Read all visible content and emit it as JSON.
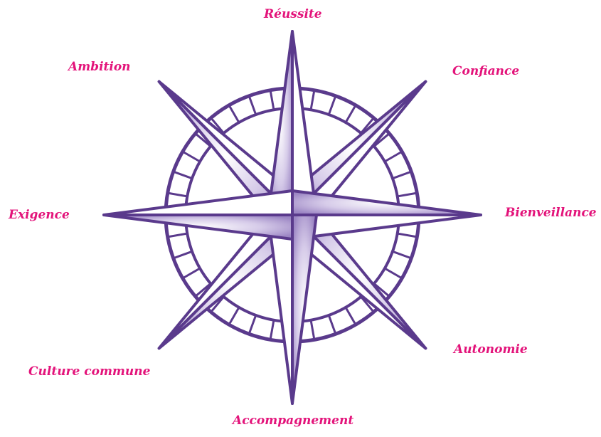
{
  "colors": {
    "label": "#e3137a",
    "stroke": "#5a3a8c",
    "fill_light": "#ffffff",
    "fill_shade": "#b9a9d6"
  },
  "labels": {
    "north": "Réussite",
    "northeast": "Confiance",
    "east": "Bienveillance",
    "southeast": "Autonomie",
    "south": "Accompagnement",
    "southwest": "Culture commune",
    "west": "Exigence",
    "northwest": "Ambition"
  }
}
